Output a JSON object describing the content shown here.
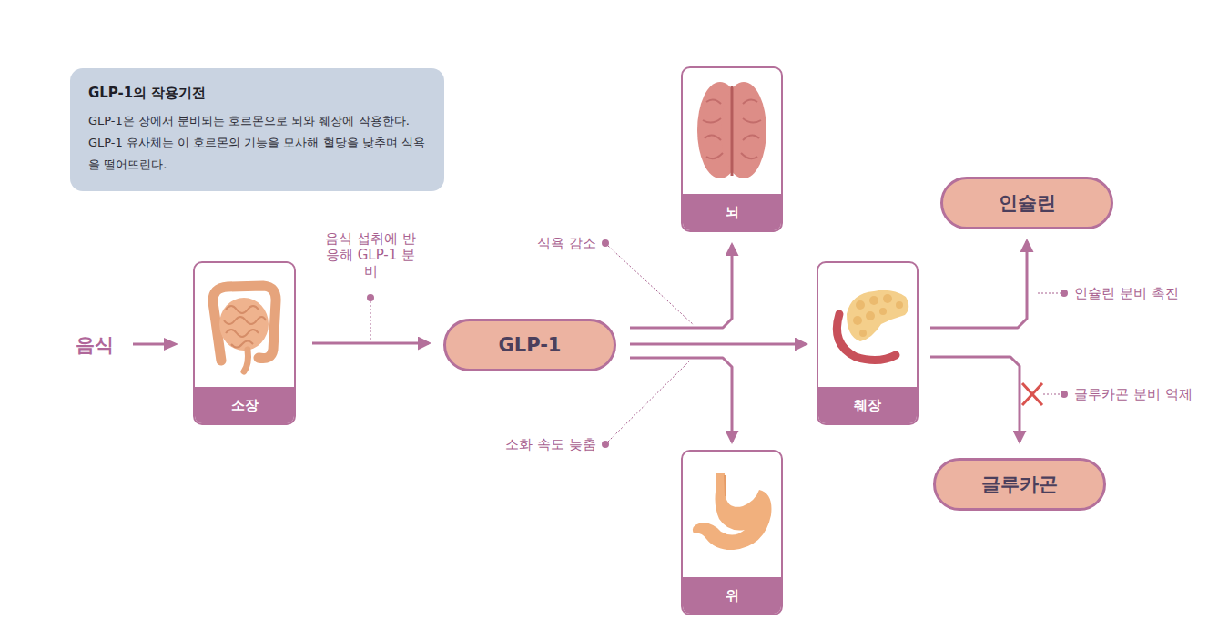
{
  "diagram": {
    "nodes": [
      {
        "text": [
          "GLP-1의 작용기전",
          "GLP-1은 장에서 분비되는 호르몬으로 뇌와 췌장에 작용한다. GLP-1 유사체는 이 호르몬의 기능을 모사해 혈당을 낮추며 식욕을 떨어뜨린다."
        ]
      },
      {
        "text": [
          "소장"
        ]
      },
      {
        "text": [
          "GLP-1"
        ]
      },
      {
        "text": [
          "뇌"
        ]
      },
      {
        "text": [
          "췌장"
        ]
      },
      {
        "text": [
          "위"
        ]
      },
      {
        "text": [
          "인슐린"
        ]
      },
      {
        "text": [
          "글루카곤"
        ]
      }
    ],
    "edges": [
      {
        "from": 1,
        "to": 2,
        "arrow": "to",
        "label": "음식 섭취에 반응해 GLP-1 분비"
      },
      {
        "from": 2,
        "to": 3,
        "arrow": "to",
        "label": "식욕 감소"
      },
      {
        "from": 2,
        "to": 4,
        "arrow": "to"
      },
      {
        "from": 2,
        "to": 5,
        "arrow": "to",
        "label": "소화 속도 늦춤"
      },
      {
        "from": 4,
        "to": 6,
        "arrow": "to",
        "label": "인슐린 분비 촉진"
      },
      {
        "from": 4,
        "to": 7,
        "arrow": "to",
        "label": "글루카곤 분비 억제"
      }
    ],
    "labels": [
      "음식"
    ]
  }
}
